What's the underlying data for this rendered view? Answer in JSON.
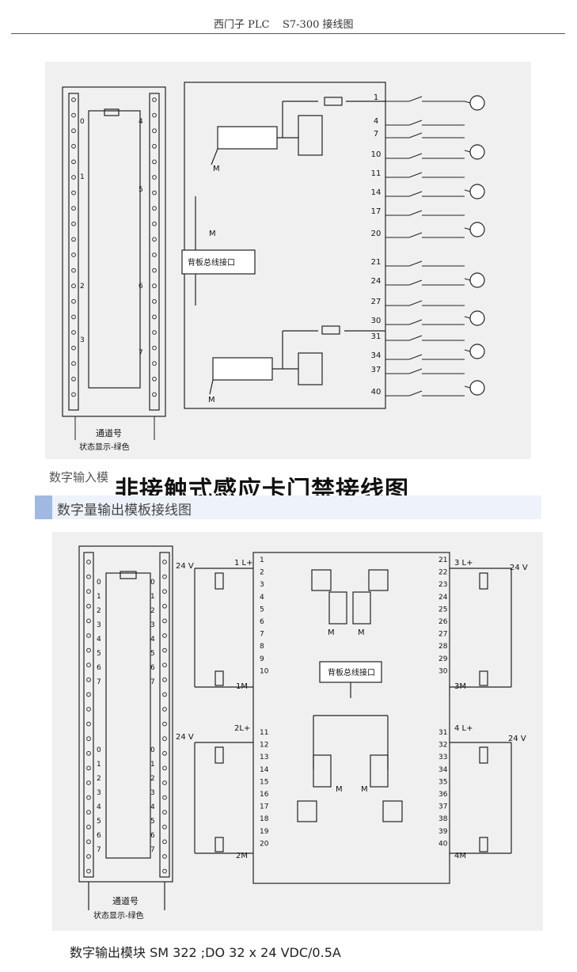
{
  "header": {
    "text": "西门子 PLC    S7-300 接线图"
  },
  "input_module": {
    "left_channels": [
      "0",
      "1",
      "2",
      "3"
    ],
    "right_channels": [
      "4",
      "5",
      "6",
      "7"
    ],
    "terminals": [
      "1",
      "4",
      "7",
      "10",
      "11",
      "14",
      "17",
      "20",
      "21",
      "24",
      "27",
      "30",
      "31",
      "34",
      "37",
      "40"
    ],
    "bus_label": "背板总线接口",
    "m_label": "M",
    "channel_label": "通道号",
    "status_label": "状态显示-绿色",
    "caption_partial": "数字输入模"
  },
  "overlay_title": "非接触式感应卡门禁接线图",
  "output_section": {
    "title": "数字量输出模板接线图",
    "channel_numbers": [
      "0",
      "1",
      "2",
      "3",
      "4",
      "5",
      "6",
      "7"
    ],
    "left_terminals_top": [
      "1",
      "2",
      "3",
      "4",
      "5",
      "6",
      "7",
      "8",
      "9",
      "10"
    ],
    "left_terminals_bottom": [
      "11",
      "12",
      "13",
      "14",
      "15",
      "16",
      "17",
      "18",
      "19",
      "20"
    ],
    "right_terminals_top": [
      "21",
      "22",
      "23",
      "24",
      "25",
      "26",
      "27",
      "28",
      "29",
      "30"
    ],
    "right_terminals_bottom": [
      "31",
      "32",
      "33",
      "34",
      "35",
      "36",
      "37",
      "38",
      "39",
      "40"
    ],
    "group_labels": {
      "l1": "1 L+",
      "l2": "2L+",
      "l3": "3 L+",
      "l4": "4 L+",
      "m1": "1M",
      "m2": "2M",
      "m3": "3M",
      "m4": "4M"
    },
    "voltage": "24 V",
    "bus_label": "背板总线接口",
    "m_label": "M",
    "channel_label": "通道号",
    "status_label": "状态显示-绿色"
  },
  "bottom_caption": "数字输出模块 SM 322 ;DO 32 x 24 VDC/0.5A"
}
